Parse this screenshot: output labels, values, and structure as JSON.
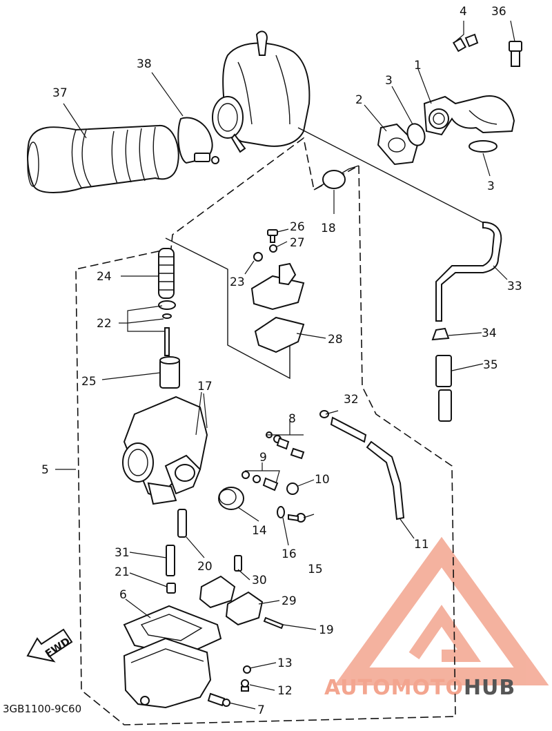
{
  "diagram_code": "3GB1100-9C60",
  "fwd_label": "FWD",
  "watermark": {
    "part1": "AUTOMOTO",
    "part2": "HUB",
    "color_primary": "#f3a58f",
    "color_secondary": "#555555"
  },
  "callouts": [
    {
      "id": "c1",
      "label": "1"
    },
    {
      "id": "c2",
      "label": "2"
    },
    {
      "id": "c3a",
      "label": "3"
    },
    {
      "id": "c3b",
      "label": "3"
    },
    {
      "id": "c4",
      "label": "4"
    },
    {
      "id": "c5",
      "label": "5"
    },
    {
      "id": "c6",
      "label": "6"
    },
    {
      "id": "c7",
      "label": "7"
    },
    {
      "id": "c8",
      "label": "8"
    },
    {
      "id": "c9",
      "label": "9"
    },
    {
      "id": "c10",
      "label": "10"
    },
    {
      "id": "c11",
      "label": "11"
    },
    {
      "id": "c12",
      "label": "12"
    },
    {
      "id": "c13",
      "label": "13"
    },
    {
      "id": "c14",
      "label": "14"
    },
    {
      "id": "c15",
      "label": "15"
    },
    {
      "id": "c16",
      "label": "16"
    },
    {
      "id": "c17",
      "label": "17"
    },
    {
      "id": "c18",
      "label": "18"
    },
    {
      "id": "c19",
      "label": "19"
    },
    {
      "id": "c20",
      "label": "20"
    },
    {
      "id": "c21",
      "label": "21"
    },
    {
      "id": "c22",
      "label": "22"
    },
    {
      "id": "c23",
      "label": "23"
    },
    {
      "id": "c24",
      "label": "24"
    },
    {
      "id": "c25",
      "label": "25"
    },
    {
      "id": "c26",
      "label": "26"
    },
    {
      "id": "c27",
      "label": "27"
    },
    {
      "id": "c28",
      "label": "28"
    },
    {
      "id": "c29",
      "label": "29"
    },
    {
      "id": "c30",
      "label": "30"
    },
    {
      "id": "c31",
      "label": "31"
    },
    {
      "id": "c32",
      "label": "32"
    },
    {
      "id": "c33",
      "label": "33"
    },
    {
      "id": "c34",
      "label": "34"
    },
    {
      "id": "c35",
      "label": "35"
    },
    {
      "id": "c36",
      "label": "36"
    },
    {
      "id": "c37",
      "label": "37"
    },
    {
      "id": "c38",
      "label": "38"
    }
  ]
}
